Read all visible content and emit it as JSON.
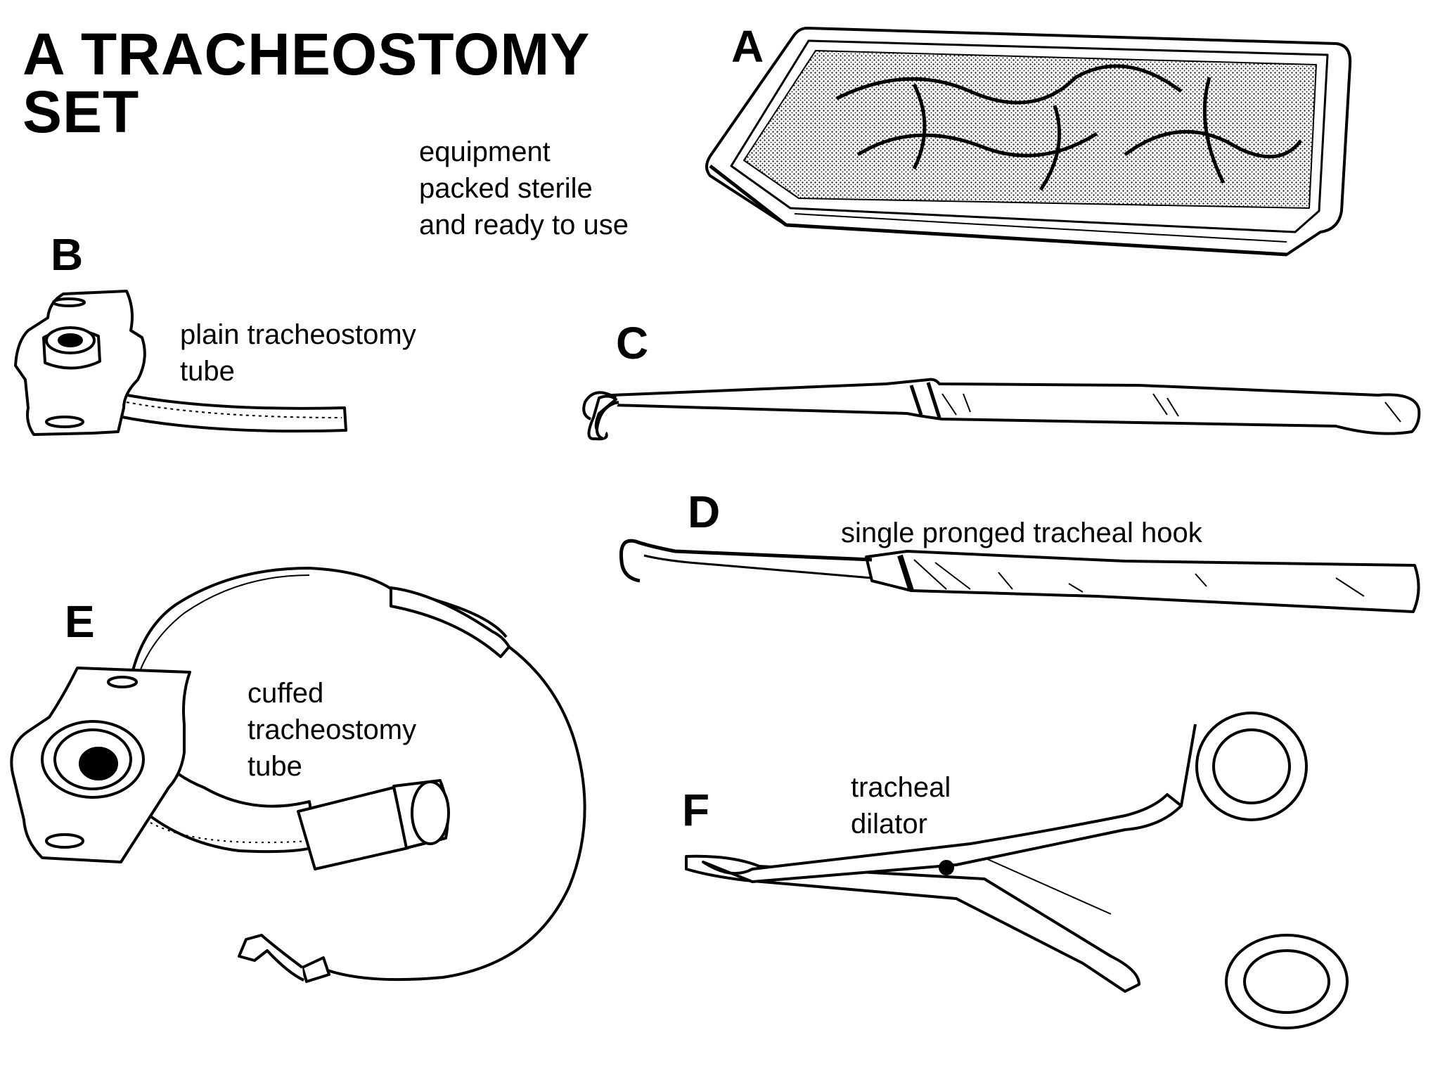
{
  "title": {
    "line1": "A TRACHEOSTOMY",
    "line2": "SET"
  },
  "items": {
    "a": {
      "letter": "A",
      "caption": [
        "equipment",
        "packed sterile",
        "and ready to use"
      ]
    },
    "b": {
      "letter": "B",
      "caption": [
        "plain tracheostomy",
        "tube"
      ]
    },
    "c": {
      "letter": "C",
      "caption": []
    },
    "d": {
      "letter": "D",
      "caption": [
        "single pronged tracheal hook"
      ]
    },
    "e": {
      "letter": "E",
      "caption": [
        "cuffed",
        "tracheostomy",
        "tube"
      ]
    },
    "f": {
      "letter": "F",
      "caption": [
        "tracheal",
        "dilator"
      ]
    }
  },
  "colors": {
    "ink": "#000000",
    "paper": "#ffffff",
    "shade": "#9a9a9a"
  }
}
